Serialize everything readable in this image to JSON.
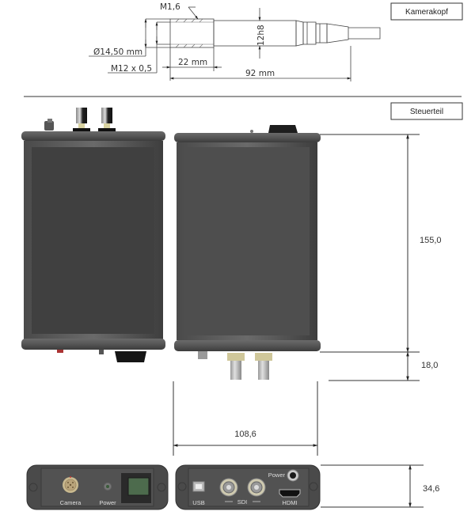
{
  "sections": {
    "camera_head": {
      "label": "Kamerakopf",
      "dims": {
        "thread_small": "M1,6",
        "shaft_diameter": "12h8",
        "outer_diameter": "Ø14,50 mm",
        "thread_length": "22 mm",
        "thread": "M12 x 0,5",
        "total_length": "92 mm"
      }
    },
    "control_unit": {
      "label": "Steuerteil",
      "dims": {
        "height": "155,0",
        "connector_height": "18,0",
        "width": "108,6",
        "depth": "34,6"
      },
      "front_panel": {
        "ports": [
          "Camera",
          "Power"
        ]
      },
      "rear_panel": {
        "ports": [
          "USB",
          "SDI",
          "HDMI",
          "Power"
        ]
      }
    }
  },
  "colors": {
    "housing": "#4a4a4a",
    "housing_dark": "#3d3d3d",
    "frame": "#5c5c5c",
    "line": "#333333"
  }
}
